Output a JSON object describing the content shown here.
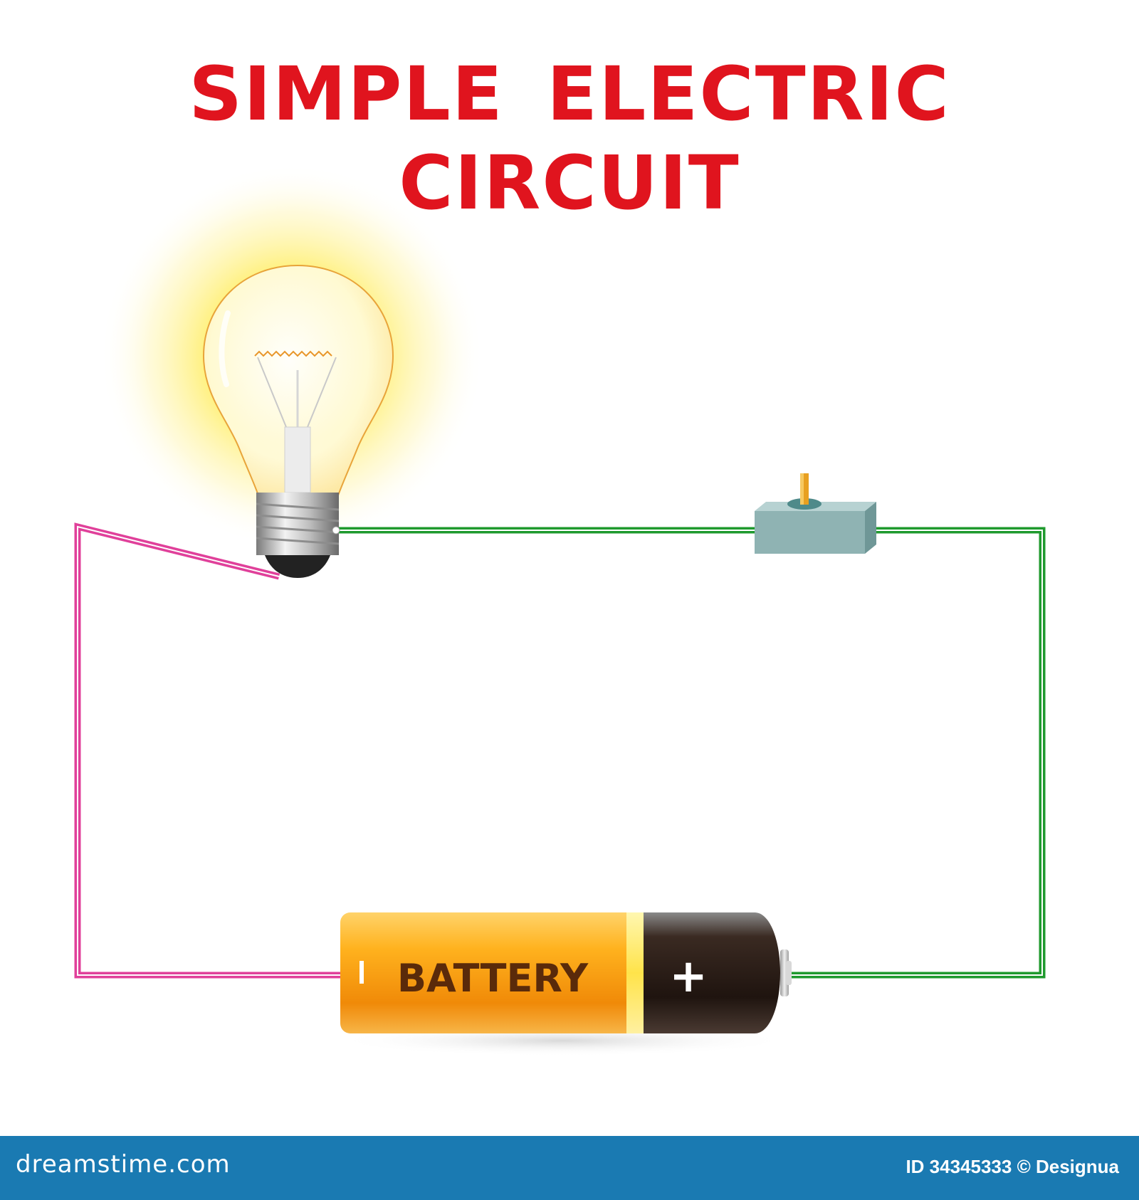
{
  "title": "SIMPLE  ELECTRIC  CIRCUIT",
  "battery": {
    "label": "BATTERY",
    "negative_symbol": "I",
    "positive_symbol": "+"
  },
  "footer": {
    "site": "dreamstime.com",
    "id_credit": "ID 34345333 © Designua"
  },
  "colors": {
    "title": "#e0141e",
    "wire_negative": "#e0409a",
    "wire_positive": "#1f9a2e",
    "battery_body": "#f59a10",
    "battery_cap": "#2a1a12",
    "switch": "#8fb3b3",
    "footer": "#1a7ab2"
  },
  "icons": [
    "light-bulb-icon",
    "switch-icon",
    "battery-icon"
  ]
}
